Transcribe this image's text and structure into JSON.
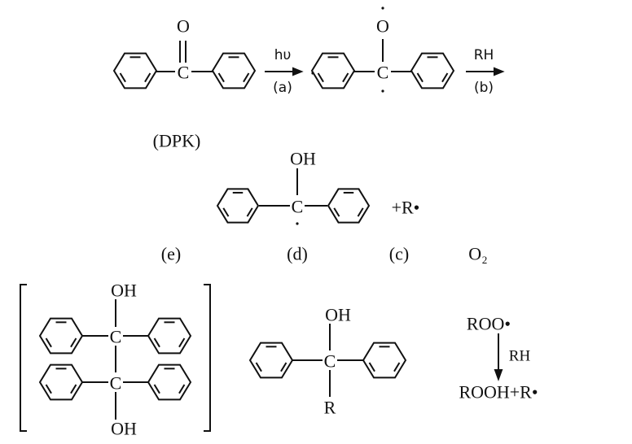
{
  "scheme": {
    "step1": {
      "reactant_oxygen": "O",
      "reactant_carbon": "C",
      "reactant_label": "(DPK)",
      "arrow_a_top": "hυ",
      "arrow_a_bottom": "(a)",
      "triplet_oxygen": "O",
      "triplet_carbon": "C",
      "arrow_b_top": "RH",
      "arrow_b_bottom": "(b)"
    },
    "step2": {
      "ketyl_oh": "OH",
      "ketyl_carbon": "C",
      "radical_product": "+R•"
    },
    "labels": {
      "e": "(e)",
      "d": "(d)",
      "c": "(c)",
      "o2": "O₂"
    },
    "products": {
      "pinacol_oh_top": "OH",
      "pinacol_carbon_top": "C",
      "pinacol_carbon_bottom": "C",
      "pinacol_oh_bottom": "OH",
      "adduct_oh": "OH",
      "adduct_carbon": "C",
      "adduct_r": "R",
      "peroxy_radical": "ROO•",
      "peroxy_arrow_label": "RH",
      "hydroperoxide": "ROOH+R•"
    }
  }
}
